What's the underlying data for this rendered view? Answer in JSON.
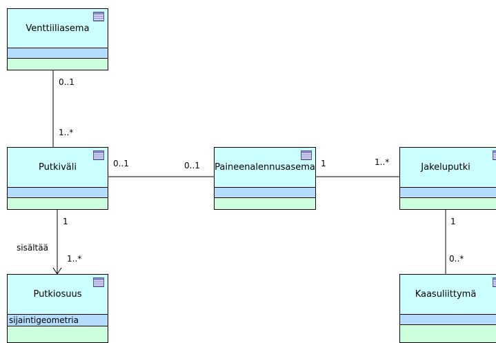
{
  "classes": {
    "venttiiliasema": {
      "name": "Venttiiliasema",
      "attribute": ""
    },
    "putkivali": {
      "name": "Putkiväli",
      "attribute": ""
    },
    "paineenalennusasema": {
      "name": "Paineenalennusasema",
      "attribute": ""
    },
    "jakeluputki": {
      "name": "Jakeluputki",
      "attribute": ""
    },
    "putkiosuus": {
      "name": "Putkiosuus",
      "attribute": "sijaintigeometria"
    },
    "kaasuliittyma": {
      "name": "Kaasuliittymä",
      "attribute": ""
    }
  },
  "associations": {
    "venttiili_putkivali": {
      "end_top": "0..1",
      "end_bottom": "1..*"
    },
    "putkivali_paineen": {
      "end_left": "0..1",
      "end_right": "0..1"
    },
    "paineen_jakelu": {
      "end_left": "1",
      "end_right": "1..*"
    },
    "putkivali_putkiosuus": {
      "end_top": "1",
      "end_bottom": "1..*",
      "role": "sisältää"
    },
    "jakelu_kaasu": {
      "end_top": "1",
      "end_bottom": "0..*"
    }
  },
  "colors": {
    "name_compartment": "#ccffff",
    "attribute_compartment": "#b3dcff",
    "operation_compartment": "#ccffdd",
    "line": "#000000"
  },
  "icons": {
    "class_icon": "class-icon"
  }
}
